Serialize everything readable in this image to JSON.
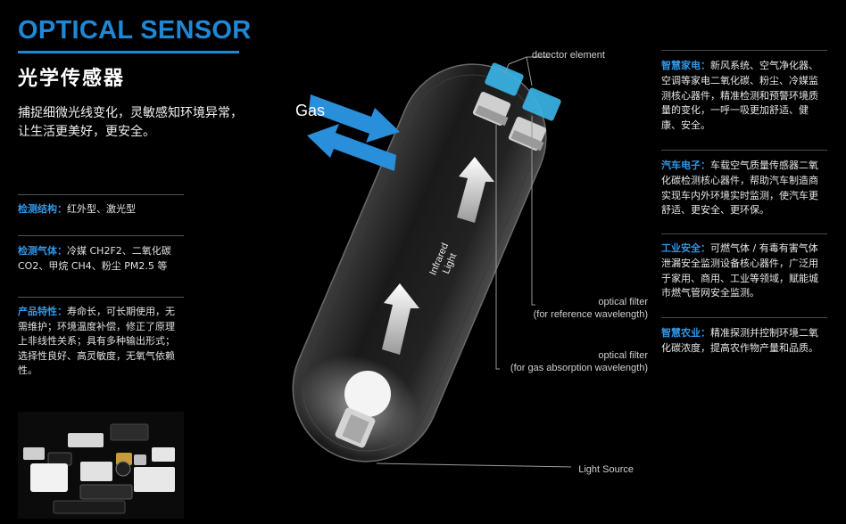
{
  "header": {
    "title_en": "OPTICAL SENSOR",
    "title_cn": "光学传感器",
    "intro": "捕捉细微光线变化，灵敏感知环境异常，让生活更美好，更安全。"
  },
  "specs": [
    {
      "key": "检测结构：",
      "value": "红外型、激光型"
    },
    {
      "key": "检测气体：",
      "value": "冷媒 CH2F2、二氧化碳 CO2、甲烷 CH4、粉尘 PM2.5 等"
    },
    {
      "key": "产品特性：",
      "value": "寿命长，可长期使用，无需维护；环境温度补偿，修正了原理上非线性关系；具有多种输出形式；选择性良好、高灵敏度，无氧气依赖性。"
    }
  ],
  "applications": [
    {
      "key": "智慧家电：",
      "value": "新风系统、空气净化器、空调等家电二氧化碳、粉尘、冷媒监测核心器件，精准检测和预警环境质量的变化，一呼一吸更加舒适、健康、安全。"
    },
    {
      "key": "汽车电子：",
      "value": "车载空气质量传感器二氧化碳检测核心器件，帮助汽车制造商实现车内外环境实时监测，使汽车更舒适、更安全、更环保。"
    },
    {
      "key": "工业安全：",
      "value": "可燃气体 / 有毒有害气体泄漏安全监测设备核心器件，广泛用于家用、商用、工业等领域，赋能城市燃气管网安全监测。"
    },
    {
      "key": "智慧农业：",
      "value": "精准探测并控制环境二氧化碳浓度，提高农作物产量和品质。"
    }
  ],
  "diagram": {
    "gas_label": "Gas",
    "light_label_line1": "Infrared",
    "light_label_line2": "Light",
    "callouts": {
      "detector": "detector element",
      "filter_ref_line1": "optical filter",
      "filter_ref_line2": "(for reference wavelength)",
      "filter_gas_line1": "optical filter",
      "filter_gas_line2": "(for gas absorption wavelength)",
      "light_source": "Light Source"
    },
    "colors": {
      "accent": "#1e88d6",
      "arrow": "#2a8fdb",
      "filter": "#3ab3e6"
    }
  }
}
